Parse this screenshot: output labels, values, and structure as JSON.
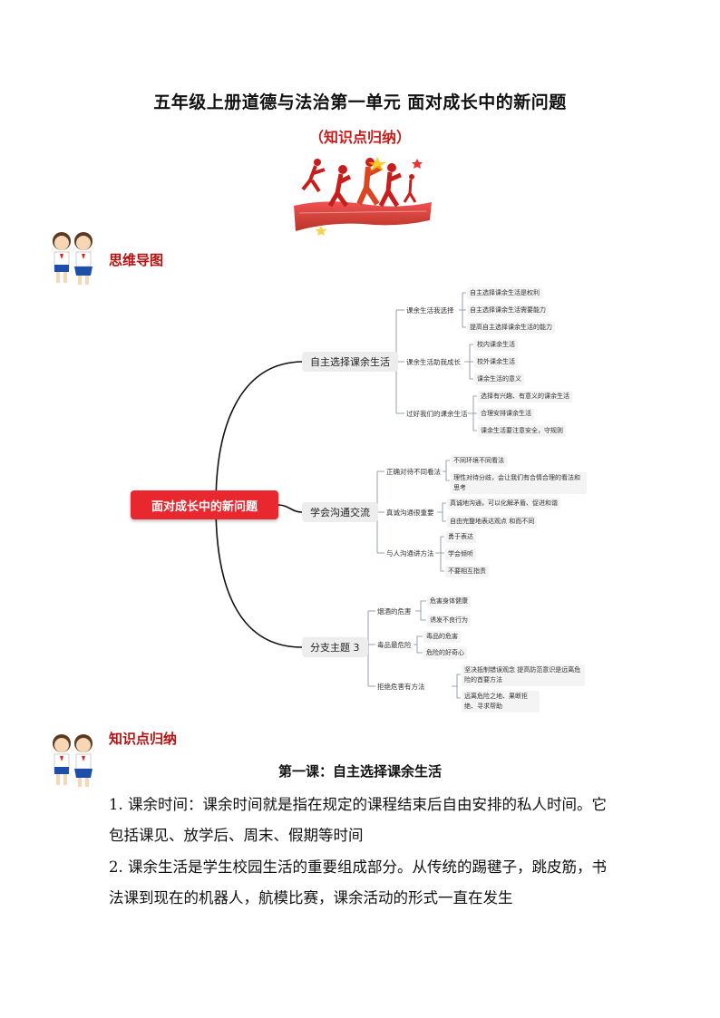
{
  "doc": {
    "title": "五年级上册道德与法治第一单元 面对成长中的新问题",
    "subtitle": "（知识点归纳）"
  },
  "sections": {
    "mindmap_label": "思维导图",
    "knowledge_label": "知识点归纳"
  },
  "mindmap": {
    "root": "面对成长中的新问题",
    "branches": [
      {
        "label": "自主选择课余生活",
        "children": [
          {
            "label": "课余生活我选择",
            "items": [
              "自主选择课余生活是权利",
              "自主选择课余生活需要能力",
              "提高自主选择课余生活的能力"
            ]
          },
          {
            "label": "课余生活助我成长",
            "items": [
              "校内课余生活",
              "校外课余生活",
              "课余生活的意义"
            ]
          },
          {
            "label": "过好我们的课余生活",
            "items": [
              "选择有兴趣、有意义的课余生活",
              "合理安排课余生活",
              "课余生活要注意安全，守规则"
            ]
          }
        ]
      },
      {
        "label": "学会沟通交流",
        "children": [
          {
            "label": "正确对待不同看法",
            "items": [
              "不同环境不同看法",
              "理性对待分歧，会让我们有合情合理的看法和思考"
            ]
          },
          {
            "label": "真诚沟通很重要",
            "items": [
              "真诚地沟通，可以化解矛盾、促进和谐",
              "自由完整地表达观点 和而不同"
            ]
          },
          {
            "label": "与人沟通讲方法",
            "items": [
              "勇于表达",
              "学会倾听",
              "不要相互指责"
            ]
          }
        ]
      },
      {
        "label": "分支主题 3",
        "children": [
          {
            "label": "烟酒的危害",
            "items": [
              "危害身体健康",
              "诱发不良行为"
            ]
          },
          {
            "label": "毒品最危险",
            "items": [
              "毒品的危害",
              "危险的好奇心"
            ]
          },
          {
            "label": "拒绝危害有方法",
            "items": [
              "坚决抵制错误观念 提高防范意识是远离危险的首要方法",
              "远离危险之地、果断拒绝、寻求帮助"
            ]
          }
        ]
      }
    ]
  },
  "lesson": {
    "title": "第一课：自主选择课余生活",
    "p1": "1. 课余时间：课余时间就是指在规定的课程结束后自由安排的私人时间。它包括课见、放学后、周末、假期等时间",
    "p2": "2. 课余生活是学生校园生活的重要组成部分。从传统的踢毽子，跳皮筋，书法课到现在的机器人，航模比赛，课余活动的形式一直在发生"
  }
}
